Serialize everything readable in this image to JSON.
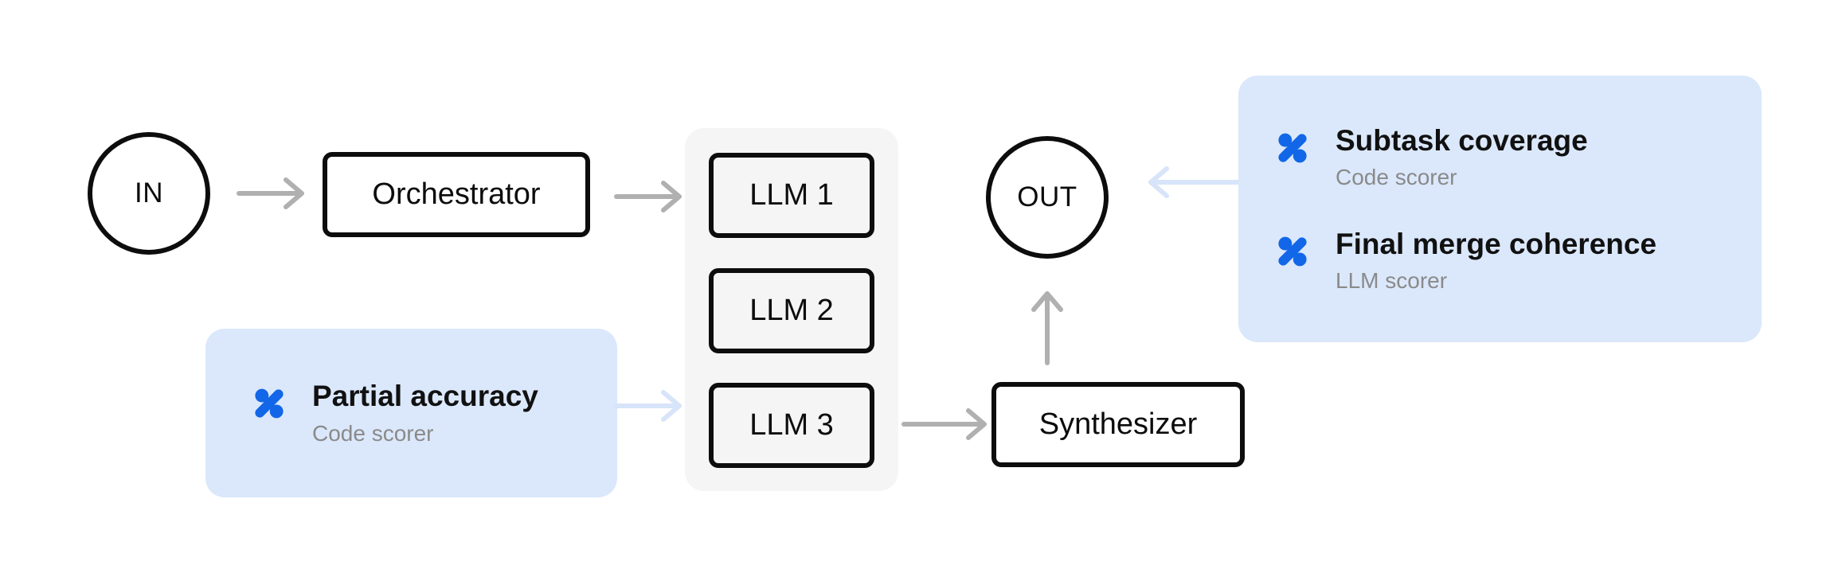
{
  "diagram": {
    "nodes": {
      "in": "IN",
      "orchestrator": "Orchestrator",
      "llm1": "LLM 1",
      "llm2": "LLM 2",
      "llm3": "LLM 3",
      "synthesizer": "Synthesizer",
      "out": "OUT"
    },
    "scorers": {
      "partial_accuracy": {
        "title": "Partial accuracy",
        "subtitle": "Code scorer"
      },
      "subtask_coverage": {
        "title": "Subtask coverage",
        "subtitle": "Code scorer"
      },
      "final_merge_coherence": {
        "title": "Final merge coherence",
        "subtitle": "LLM scorer"
      }
    },
    "icons": {
      "scorer": "percent-icon"
    }
  },
  "colors": {
    "accent_blue": "#1266e8",
    "callout_bg": "#dbe8fb",
    "arrow_gray": "#b0b0b0",
    "arrow_blue": "#d7e4f9",
    "container_bg": "#f5f5f6",
    "node_border": "#0d0d0d",
    "title_text": "#111111",
    "subtitle_text": "#8a8a8a",
    "background": "#ffffff"
  }
}
